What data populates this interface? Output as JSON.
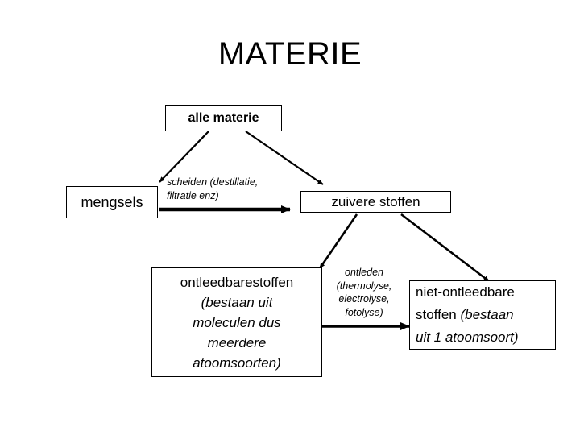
{
  "slide": {
    "title": "MATERIE",
    "background_color": "#ffffff",
    "line_color": "#000000",
    "text_color": "#000000"
  },
  "boxes": {
    "alle_materie": {
      "label": "alle materie"
    },
    "mengsels": {
      "label": "mengsels"
    },
    "zuivere_stoffen": {
      "label": "zuivere stoffen"
    },
    "ontleedbare_stoffen": {
      "line1": "ontleedbarestoffen",
      "line2": "(bestaan uit",
      "line3": "moleculen dus",
      "line4": "meerdere",
      "line5": "atoomsoorten)"
    },
    "niet_ontleedbare_stoffen": {
      "line1": "niet-ontleedbare",
      "line2_plain": "stoffen ",
      "line2_italic": "(bestaan",
      "line3_italic": "uit 1 atoomsoort)"
    }
  },
  "edge_labels": {
    "scheiden": {
      "line1": "scheiden (destillatie,",
      "line2": "filtratie enz)"
    },
    "ontleden": {
      "line1": "ontleden",
      "line2": "(thermolyse,",
      "line3": "electrolyse,",
      "line4": "fotolyse)"
    }
  }
}
